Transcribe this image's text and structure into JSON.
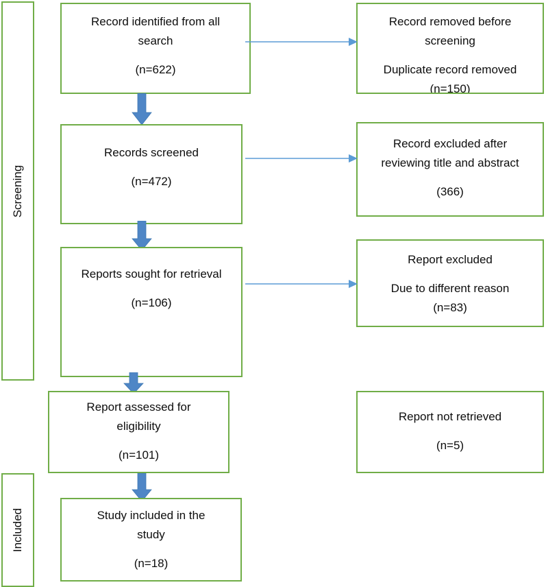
{
  "diagram": {
    "title": "PRISMA study selection flow diagram",
    "colors": {
      "box_border": "#70AD47",
      "arrow_blue": "#4F86C6",
      "connector_blue": "#5B9BD5",
      "text": "#0d0d0d",
      "background": "#ffffff"
    }
  },
  "phases": [
    {
      "id": "screening",
      "label": "Screening"
    },
    {
      "id": "included",
      "label": "Included"
    }
  ],
  "boxes": {
    "identification": {
      "line1": "Record identified from all",
      "line2": "search",
      "count": "(n=622)"
    },
    "removed_before_screening": {
      "line1": "Record removed before",
      "line2": "screening",
      "line3": "Duplicate record removed",
      "count": "(n=150)"
    },
    "records_screened": {
      "line1": "Records screened",
      "count": "(n=472)"
    },
    "records_excluded": {
      "line1": "Record excluded after",
      "line2": "reviewing title and abstract",
      "count": "(366)"
    },
    "reports_sought": {
      "line1": "Reports sought for retrieval",
      "count": "(n=106)"
    },
    "reports_excluded": {
      "line1": "Report excluded",
      "line2": "Due to different reason",
      "count": "(n=83)"
    },
    "reports_assessed": {
      "line1": "Report assessed for",
      "line2": "eligibility",
      "count": "(n=101)"
    },
    "reports_not_retrieved": {
      "line1": "Report not retrieved",
      "count": "(n=5)"
    },
    "studies_included": {
      "line1": "Study included in the",
      "line2": "study",
      "count": "(n=18)"
    }
  },
  "chart_data": {
    "type": "diagram",
    "title": "PRISMA flow diagram",
    "nodes": [
      {
        "id": "identification",
        "label": "Record identified from all search",
        "n": 622,
        "column": "left"
      },
      {
        "id": "removed_before_screening",
        "label": "Record removed before screening / Duplicate record removed",
        "n": 150,
        "column": "right"
      },
      {
        "id": "records_screened",
        "label": "Records screened",
        "n": 472,
        "column": "left"
      },
      {
        "id": "records_excluded",
        "label": "Record excluded after reviewing title and abstract",
        "n": 366,
        "column": "right"
      },
      {
        "id": "reports_sought",
        "label": "Reports sought for retrieval",
        "n": 106,
        "column": "left"
      },
      {
        "id": "reports_excluded",
        "label": "Report excluded Due to different reason",
        "n": 83,
        "column": "right"
      },
      {
        "id": "reports_assessed",
        "label": "Report assessed for eligibility",
        "n": 101,
        "column": "left"
      },
      {
        "id": "reports_not_retrieved",
        "label": "Report not retrieved",
        "n": 5,
        "column": "right"
      },
      {
        "id": "studies_included",
        "label": "Study included in the study",
        "n": 18,
        "column": "left"
      }
    ],
    "edges": [
      {
        "from": "identification",
        "to": "removed_before_screening",
        "direction": "horizontal"
      },
      {
        "from": "identification",
        "to": "records_screened",
        "direction": "vertical"
      },
      {
        "from": "records_screened",
        "to": "records_excluded",
        "direction": "horizontal"
      },
      {
        "from": "records_screened",
        "to": "reports_sought",
        "direction": "vertical"
      },
      {
        "from": "reports_sought",
        "to": "reports_excluded",
        "direction": "horizontal"
      },
      {
        "from": "reports_sought",
        "to": "reports_assessed",
        "direction": "vertical"
      },
      {
        "from": "reports_assessed",
        "to": "studies_included",
        "direction": "vertical"
      }
    ]
  }
}
